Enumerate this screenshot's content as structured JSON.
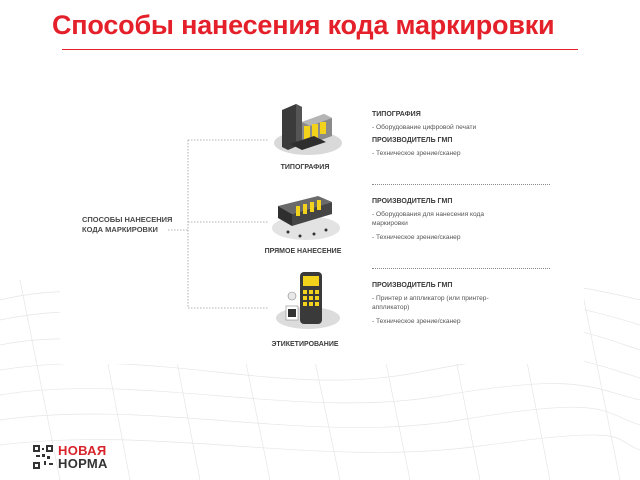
{
  "slide": {
    "title": "Способы нанесения кода маркировки",
    "accent_color": "#e4202a"
  },
  "diagram": {
    "root_label_line1": "СПОСОБЫ НАНЕСЕНИЯ",
    "root_label_line2": "КОДА МАРКИРОВКИ",
    "branches": [
      {
        "label": "ТИПОГРАФИЯ",
        "icon": "printing-press-icon",
        "groups": [
          {
            "heading": "ТИПОГРАФИЯ",
            "items": [
              "- Оборудование цифровой печати"
            ]
          },
          {
            "heading": "ПРОИЗВОДИТЕЛЬ ГМП",
            "items": [
              "- Техническое зрение/сканер"
            ]
          }
        ]
      },
      {
        "label": "ПРЯМОЕ НАНЕСЕНИЕ",
        "icon": "direct-print-head-icon",
        "groups": [
          {
            "heading": "ПРОИЗВОДИТЕЛЬ ГМП",
            "items": [
              "- Оборудования для нанесения кода маркировки",
              "- Техническое зрение/сканер"
            ]
          }
        ]
      },
      {
        "label": "ЭТИКЕТИРОВАНИЕ",
        "icon": "label-printer-icon",
        "groups": [
          {
            "heading": "ПРОИЗВОДИТЕЛЬ ГМП",
            "items": [
              "- Принтер и аппликатор (или принтер-аппликатор)",
              "- Техническое зрение/сканер"
            ]
          }
        ]
      }
    ]
  },
  "logo": {
    "line1": "НОВАЯ",
    "line2": "НОРМА",
    "icon": "qr-code-icon"
  }
}
